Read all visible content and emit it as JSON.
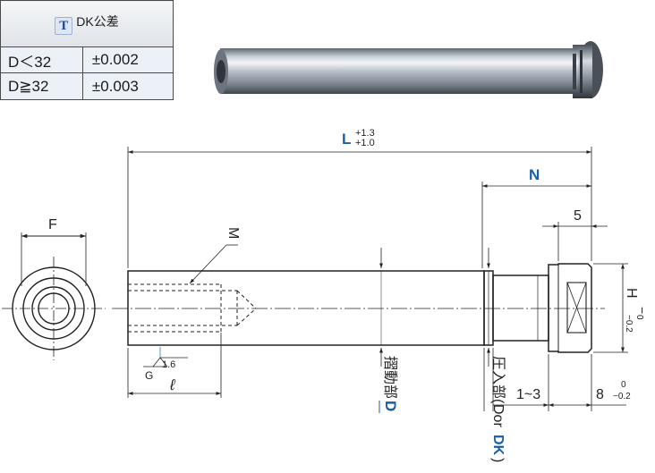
{
  "tolerance_table": {
    "title": "DK公差",
    "icon": "T",
    "rows": [
      {
        "condition": "D＜32",
        "tolerance": "±0.002"
      },
      {
        "condition": "D≧32",
        "tolerance": "±0.003"
      }
    ]
  },
  "drawing": {
    "dims": {
      "L": "L",
      "L_tol_upper": "+1.3",
      "L_tol_lower": "+1.0",
      "N": "N",
      "five": "5",
      "F": "F",
      "M": "M",
      "H": "H",
      "H_tol_upper": "0",
      "H_tol_lower": "−0.2",
      "eight": "8",
      "eight_tol_upper": "0",
      "eight_tol_lower": "−0.2",
      "range": "1~3",
      "G": "G",
      "roughness": "1.6",
      "ell": "ℓ"
    },
    "notes": {
      "sliding_part": "摺動部",
      "sliding_D": "D",
      "press_fit_part": "圧入部",
      "press_fit_paren_open": "(",
      "press_fit_D_or": "Dor",
      "press_fit_DK": "DK",
      "press_fit_paren_close": ")"
    },
    "colors": {
      "accent_blue": "#1a5ea8",
      "line": "#222222",
      "table_fill": "#ecf1f8"
    }
  }
}
